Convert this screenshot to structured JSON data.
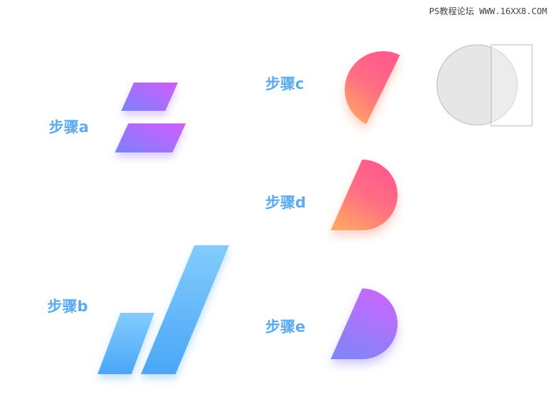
{
  "watermark": "PS教程论坛 WWW.16XX8.COM",
  "steps": [
    {
      "label": "步骤a"
    },
    {
      "label": "步骤b"
    },
    {
      "label": "步骤c"
    },
    {
      "label": "步骤d"
    },
    {
      "label": "步骤e"
    }
  ],
  "colors": {
    "label_blue": "#5aaaf0",
    "purple_pink": "#d35cff",
    "purple_blue": "#7a82f8",
    "sky_light": "#7ac6fb",
    "sky_deep": "#4aa8f7",
    "pink": "#ff5c8c",
    "orange": "#ffa664",
    "violet": "#c767ff",
    "periwinkle": "#7f86f5",
    "guide_gray": "#e6e6e6",
    "guide_stroke": "#bdbdbd"
  }
}
